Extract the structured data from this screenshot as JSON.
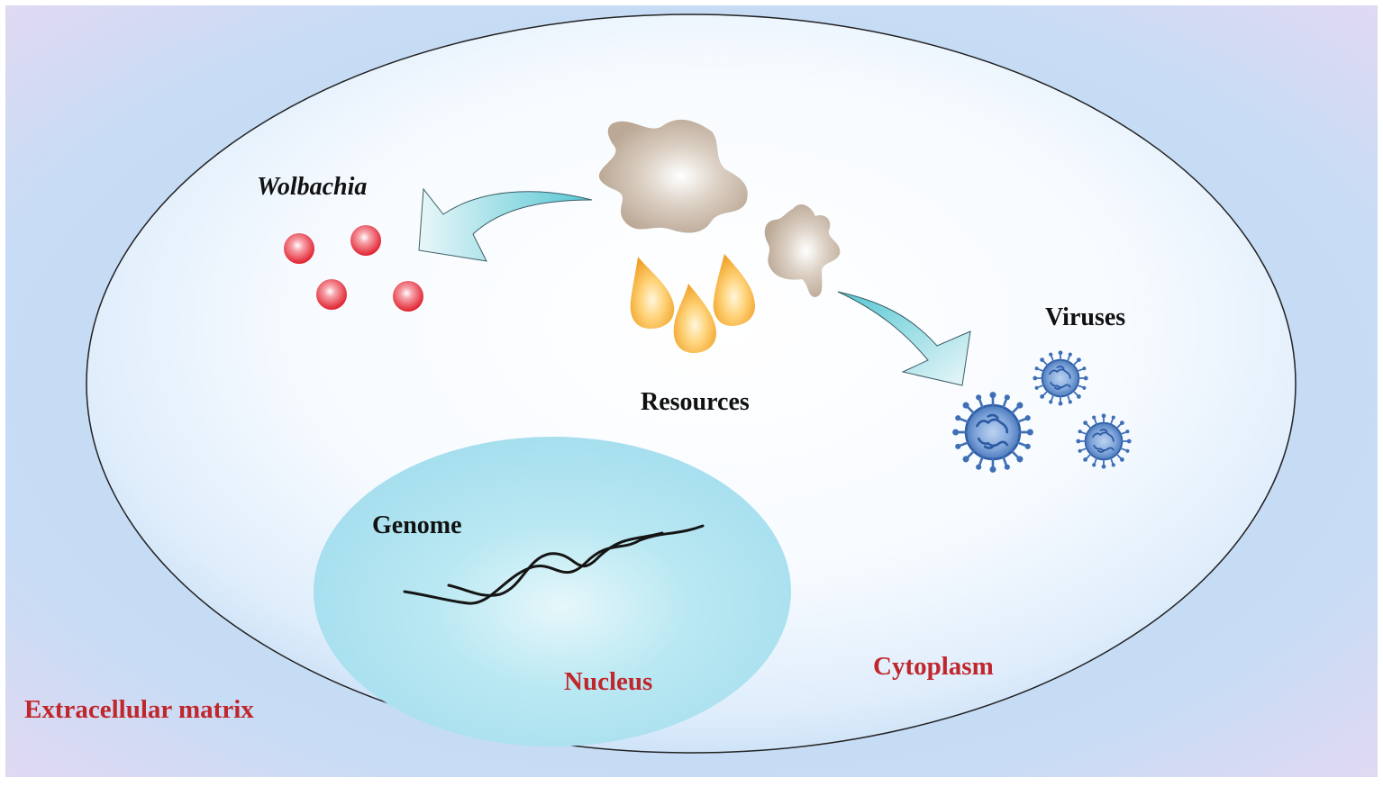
{
  "labels": {
    "wolbachia": "Wolbachia",
    "resources": "Resources",
    "viruses": "Viruses",
    "genome": "Genome",
    "nucleus": "Nucleus",
    "cytoplasm": "Cytoplasm",
    "extracellular_matrix": "Extracellular matrix"
  },
  "colors": {
    "region_label": "#c0272d",
    "plain_label": "#111111",
    "wolbachia_spheres": "#e8303a",
    "resource_drops": "#f2a52a",
    "resource_blobs": "#c9b8a6",
    "virus": "#3f6fb5",
    "nucleus": "#a7e2ef",
    "arrow": "#7fd3dc"
  },
  "icons": [
    "wolbachia-sphere-icon",
    "resource-blob-icon",
    "resource-drop-icon",
    "virus-icon",
    "curved-arrow-icon",
    "dna-helix-icon"
  ]
}
